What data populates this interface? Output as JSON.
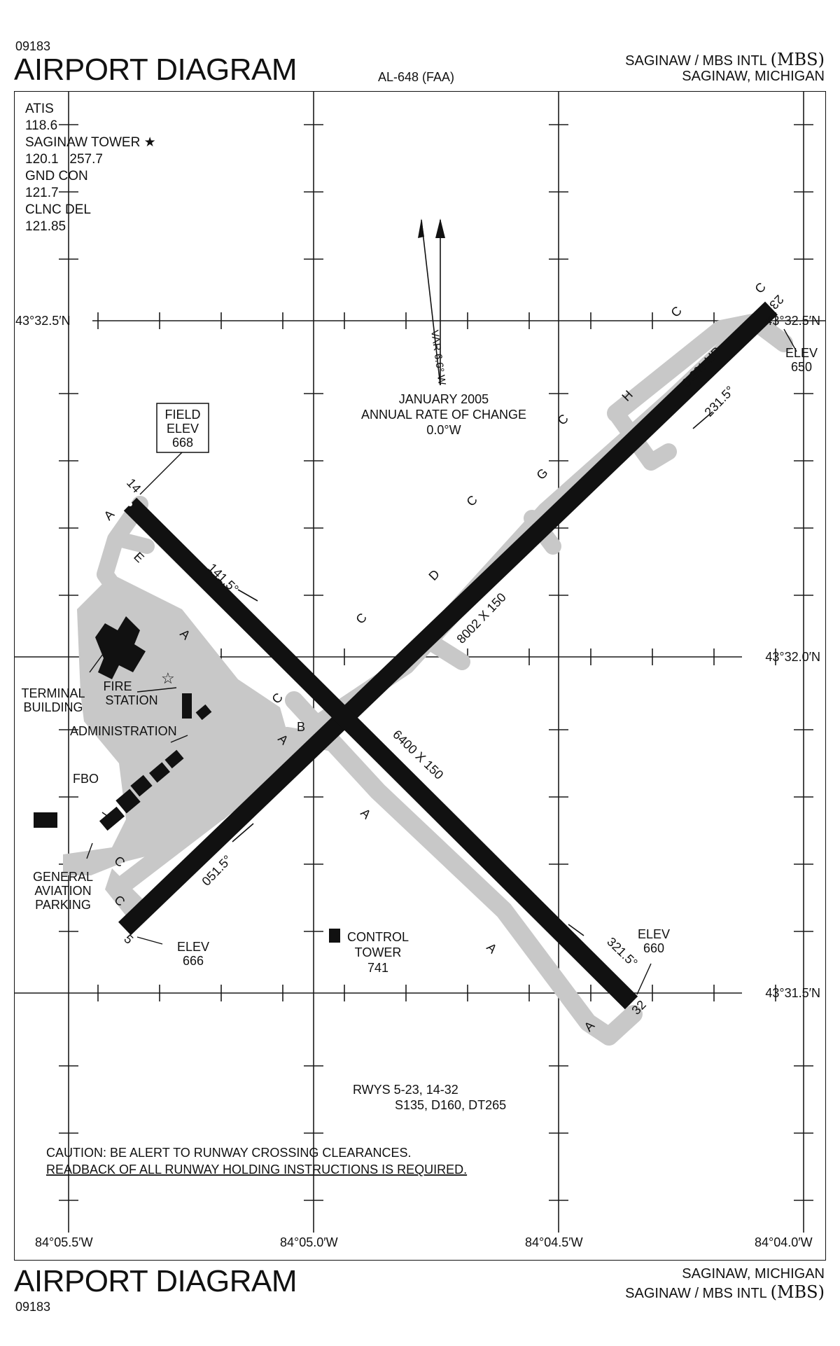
{
  "header": {
    "chart_number": "09183",
    "title": "AIRPORT DIAGRAM",
    "chart_id": "AL-648 (FAA)",
    "airport_name": "SAGINAW / MBS INTL",
    "airport_ident": "(MBS)",
    "city_state": "SAGINAW, MICHIGAN"
  },
  "footer": {
    "chart_number": "09183",
    "title": "AIRPORT DIAGRAM",
    "airport_name": "SAGINAW / MBS INTL",
    "airport_ident": "(MBS)",
    "city_state": "SAGINAW, MICHIGAN"
  },
  "frequencies": {
    "atis_label": "ATIS",
    "atis_freq": "118.6",
    "tower_label": "SAGINAW TOWER",
    "tower_freq": "120.1   257.7",
    "gnd_label": "GND CON",
    "gnd_freq": "121.7",
    "clnc_label": "CLNC DEL",
    "clnc_freq": "121.85"
  },
  "magnetic": {
    "var": "VAR 6.6° W",
    "date": "JANUARY 2005",
    "rate_label": "ANNUAL RATE OF CHANGE",
    "rate": "0.0°W"
  },
  "grid": {
    "lat_top": "43°32.5′N",
    "lat_mid": "43°32.0′N",
    "lat_bottom": "43°31.5′N",
    "lon_1": "84°05.5′W",
    "lon_2": "84°05.0′W",
    "lon_3": "84°04.5′W",
    "lon_4": "84°04.0′W"
  },
  "runways": {
    "rwy_5": "5",
    "rwy_23": "23",
    "rwy_14": "14",
    "rwy_32": "32",
    "dim_5_23": "8002 X 150",
    "dim_14_32": "6400 X 150",
    "hdg_051": "051.5°",
    "hdg_231": "231.5°",
    "hdg_141": "141.5°",
    "hdg_321": "321.5°",
    "slope": "0.3% UP"
  },
  "elevations": {
    "field_label": "FIELD",
    "field_elev_label": "ELEV",
    "field_value": "668",
    "elev_label": "ELEV",
    "e23": "650",
    "e5": "666",
    "e32": "660"
  },
  "taxiways": {
    "A": "A",
    "B": "B",
    "C": "C",
    "D": "D",
    "E": "E",
    "G": "G",
    "H": "H"
  },
  "buildings": {
    "terminal_1": "TERMINAL",
    "terminal_2": "BUILDING",
    "fire_1": "FIRE",
    "fire_2": "STATION",
    "administration": "ADMINISTRATION",
    "fbo": "FBO",
    "ga_1": "GENERAL",
    "ga_2": "AVIATION",
    "ga_3": "PARKING",
    "tower_1": "CONTROL",
    "tower_2": "TOWER",
    "tower_3": "741"
  },
  "notes": {
    "rwys": "RWYS 5-23, 14-32",
    "strength": "S135, D160, DT265",
    "caution_1": "CAUTION: BE ALERT TO RUNWAY CROSSING CLEARANCES.",
    "caution_2": "READBACK OF ALL RUNWAY HOLDING INSTRUCTIONS IS REQUIRED."
  },
  "colors": {
    "ink": "#111111",
    "taxiway": "#c8c8c8",
    "runway": "#111111",
    "grid": "#1a1a1a"
  }
}
